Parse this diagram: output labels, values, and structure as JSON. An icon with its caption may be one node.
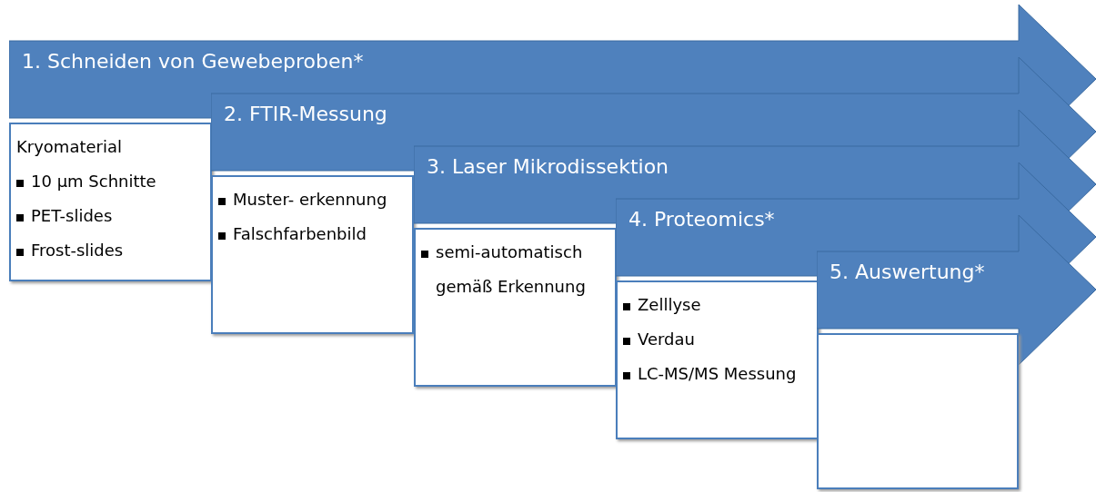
{
  "diagram": {
    "nodes": [
      {
        "text": [
          "1. Schneiden von Gewebeproben*"
        ]
      },
      {
        "text": [
          "Kryomaterial",
          "10 µm Schnitte",
          "PET-slides",
          "Frost-slides"
        ]
      },
      {
        "text": [
          "2. FTIR-Messung"
        ]
      },
      {
        "text": [
          "Muster- erkennung",
          "Falschfarbenbild"
        ]
      },
      {
        "text": [
          "3. Laser Mikrodissektion"
        ]
      },
      {
        "text": [
          "semi-automatisch gemäß Erkennung"
        ]
      },
      {
        "text": [
          "4. Proteomics*"
        ]
      },
      {
        "text": [
          "Zelllyse",
          "Verdau",
          "LC-MS/MS Messung"
        ]
      },
      {
        "text": [
          "5. Auswertung*"
        ]
      },
      {
        "text": [],
        "shape": "box"
      }
    ]
  }
}
